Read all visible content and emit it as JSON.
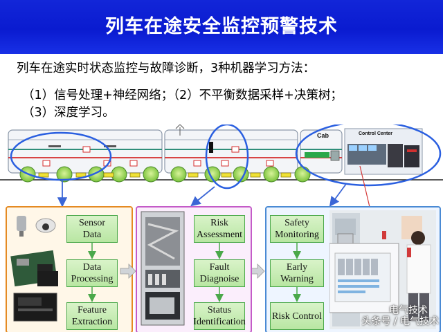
{
  "title": "列车在途安全监控预警技术",
  "body": {
    "line1": "列车在途实时状态监控与故障诊断，3种机器学习方法：",
    "line2": "（1）信号处理+神经网络；（2）不平衡数据采样+决策树；",
    "line3": "（3）深度学习。"
  },
  "diagram": {
    "cab_label": "Cab",
    "control_center_label": "Control Center",
    "panel1": {
      "boxes": [
        {
          "line1": "Sensor",
          "line2": "Data"
        },
        {
          "line1": "Data",
          "line2": "Processing"
        },
        {
          "line1": "Feature",
          "line2": "Extraction"
        }
      ]
    },
    "panel2": {
      "boxes": [
        {
          "line1": "Risk",
          "line2": "Assessment"
        },
        {
          "line1": "Fault",
          "line2": "Diagnoise"
        },
        {
          "line1": "Status",
          "line2": "Identification"
        }
      ]
    },
    "panel3": {
      "boxes": [
        {
          "line1": "Safety",
          "line2": "Monitoring"
        },
        {
          "line1": "Early",
          "line2": "Warning"
        },
        {
          "line1": "Risk Control",
          "line2": ""
        }
      ]
    }
  },
  "watermark": {
    "line1": "电气技术",
    "line2": "头条号 / 电气技术"
  },
  "colors": {
    "title_bar": "#0a1bd0",
    "panel_orange": "#e58a22",
    "panel_pink": "#c45bc8",
    "panel_blue": "#4a8ad4",
    "green_box": "#b8e6a2",
    "ellipse_blue": "#2a5fe0"
  }
}
